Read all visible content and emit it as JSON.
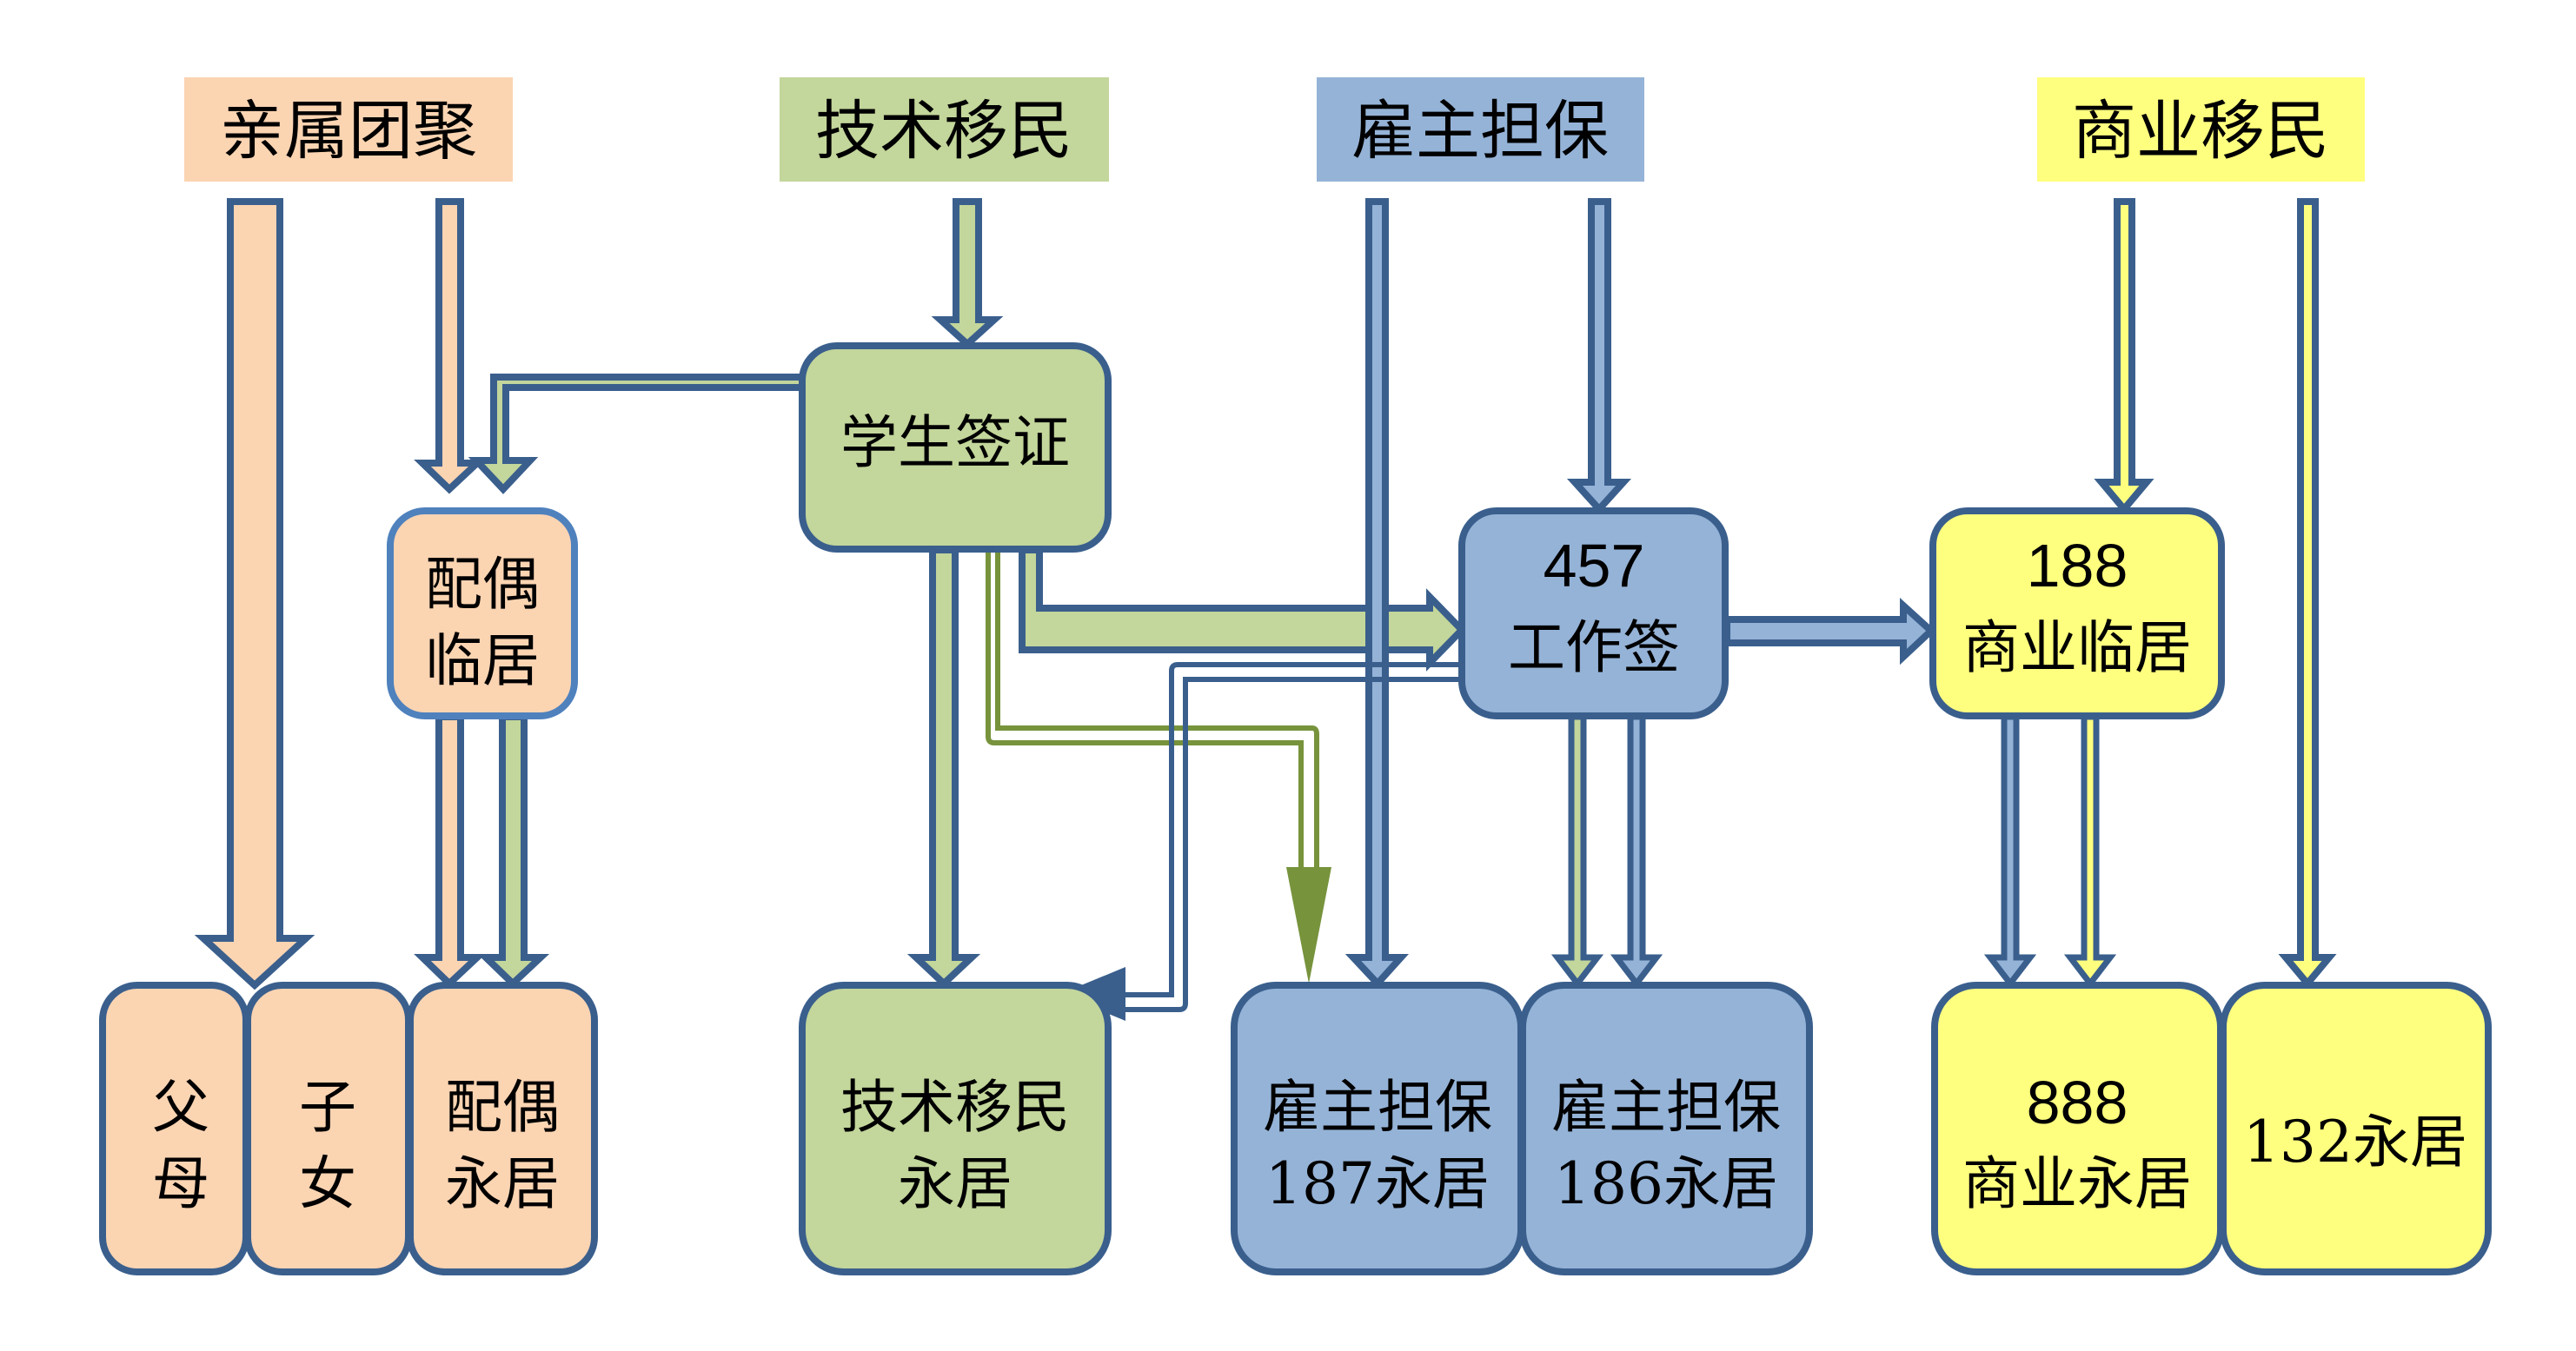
{
  "colors": {
    "family": "#fbd4b2",
    "skilled": "#c3d69b",
    "employer": "#95b3d7",
    "business": "#ffff7f",
    "outline": "#3a5f8d",
    "olive": "#77933c",
    "light_outline": "#4f81bd"
  },
  "headers": {
    "family": "亲属团聚",
    "skilled": "技术移民",
    "employer": "雇主担保",
    "business": "商业移民"
  },
  "nodes": {
    "spouse_temp": {
      "line1": "配偶",
      "line2": "临居"
    },
    "student_visa": {
      "line1": "学生签证"
    },
    "work_457": {
      "line1": "457",
      "line2": "工作签"
    },
    "business_188": {
      "line1": "188",
      "line2": "商业临居"
    },
    "parents": {
      "line1": "父",
      "line2": "母"
    },
    "children": {
      "line1": "子",
      "line2": "女"
    },
    "spouse_perm": {
      "line1": "配偶",
      "line2": "永居"
    },
    "skilled_perm": {
      "line1": "技术移民",
      "line2": "永居"
    },
    "employer_187": {
      "line1": "雇主担保",
      "line2": "187永居"
    },
    "employer_186": {
      "line1": "雇主担保",
      "line2": "186永居"
    },
    "business_888": {
      "line1": "888",
      "line2": "商业永居"
    },
    "perm_132": {
      "line1": "132永居"
    }
  }
}
